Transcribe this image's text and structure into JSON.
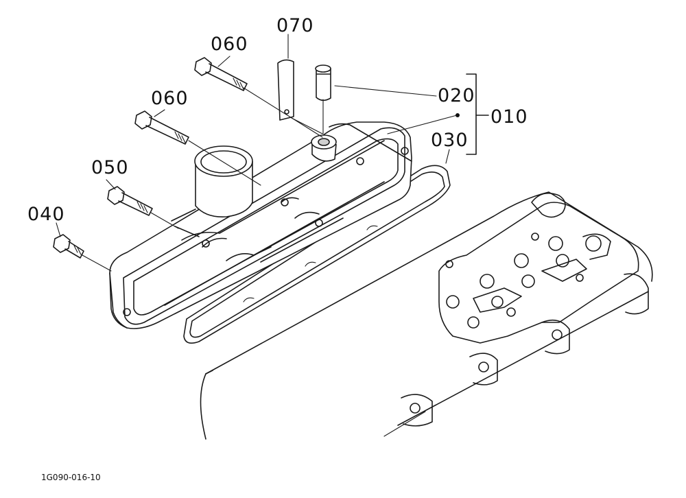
{
  "diagram": {
    "part_labels": {
      "p070": "070",
      "p060_upper": "060",
      "p060_lower": "060",
      "p050": "050",
      "p040": "040",
      "p020": "020",
      "p010": "010",
      "p030": "030"
    },
    "drawing_code": "1G090-016-10"
  }
}
